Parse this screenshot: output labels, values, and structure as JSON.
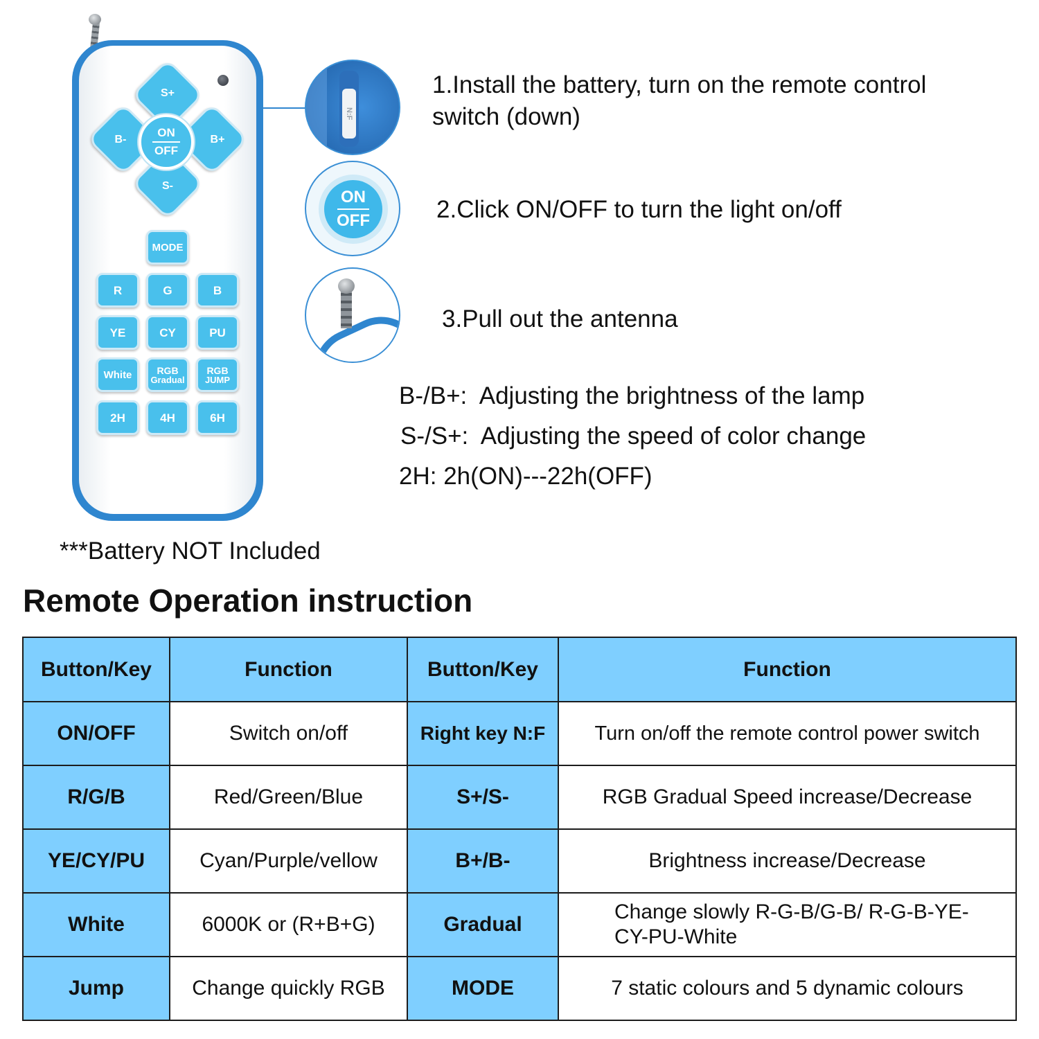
{
  "remote": {
    "dpad": {
      "up": "S+",
      "down": "S-",
      "left": "B-",
      "right": "B+",
      "center_top": "ON",
      "center_bottom": "OFF"
    },
    "mode": "MODE",
    "keys": [
      [
        "R",
        "G",
        "B"
      ],
      [
        "YE",
        "CY",
        "PU"
      ],
      [
        "White",
        "RGB Gradual",
        "RGB JUMP"
      ],
      [
        "2H",
        "4H",
        "6H"
      ]
    ],
    "gradual_lines": [
      "RGB",
      "Gradual"
    ],
    "jump_lines": [
      "RGB",
      "JUMP"
    ],
    "accent_color": "#49c0ec",
    "body_color": "#2f86cf"
  },
  "steps": {
    "switch_label": "N:F",
    "step1": "1.Install the battery, turn on the remote control switch (down)",
    "step2_button_top": "ON",
    "step2_button_bottom": "OFF",
    "step2": "2.Click ON/OFF to turn the light on/off",
    "step3": "3.Pull out the antenna"
  },
  "notes": {
    "brightness": "B-/B+:  Adjusting the brightness of the lamp",
    "speed": "S-/S+:  Adjusting the speed of color change",
    "timer": "2H: 2h(ON)---22h(OFF)"
  },
  "battery_note": "***Battery NOT Included",
  "section_title": "Remote Operation instruction",
  "table": {
    "header_color": "#7fcfff",
    "headers": [
      "Button/Key",
      "Function",
      "Button/Key",
      "Function"
    ],
    "rows": [
      [
        "ON/OFF",
        "Switch on/off",
        "Right key N:F",
        "Turn on/off the remote control power switch"
      ],
      [
        "R/G/B",
        "Red/Green/Blue",
        "S+/S-",
        "RGB Gradual Speed increase/Decrease"
      ],
      [
        "YE/CY/PU",
        "Cyan/Purple/vellow",
        "B+/B-",
        "Brightness increase/Decrease"
      ],
      [
        "White",
        "6000K or (R+B+G)",
        "Gradual",
        "Change slowly R-G-B/G-B/ R-G-B-YE-CY-PU-White"
      ],
      [
        "Jump",
        "Change quickly RGB",
        "MODE",
        "7 static colours and 5 dynamic colours"
      ]
    ]
  }
}
